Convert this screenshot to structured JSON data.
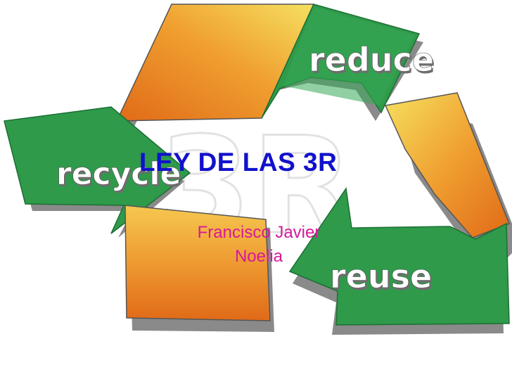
{
  "slide": {
    "title": "LEY DE LAS 3R",
    "authors": [
      "Francisco Javier",
      "Noelia"
    ]
  },
  "logo": {
    "words": {
      "reduce": "reduce",
      "reuse": "reuse",
      "recycle": "recycle"
    },
    "watermark": "3R",
    "colors": {
      "green": "#2e9a4a",
      "green_light": "#3db35a",
      "shadow": "#8a8a8a",
      "orange": "#e07a1c",
      "yellow": "#f0d44a",
      "title": "#1111cc",
      "subtitle": "#d6199a"
    }
  }
}
